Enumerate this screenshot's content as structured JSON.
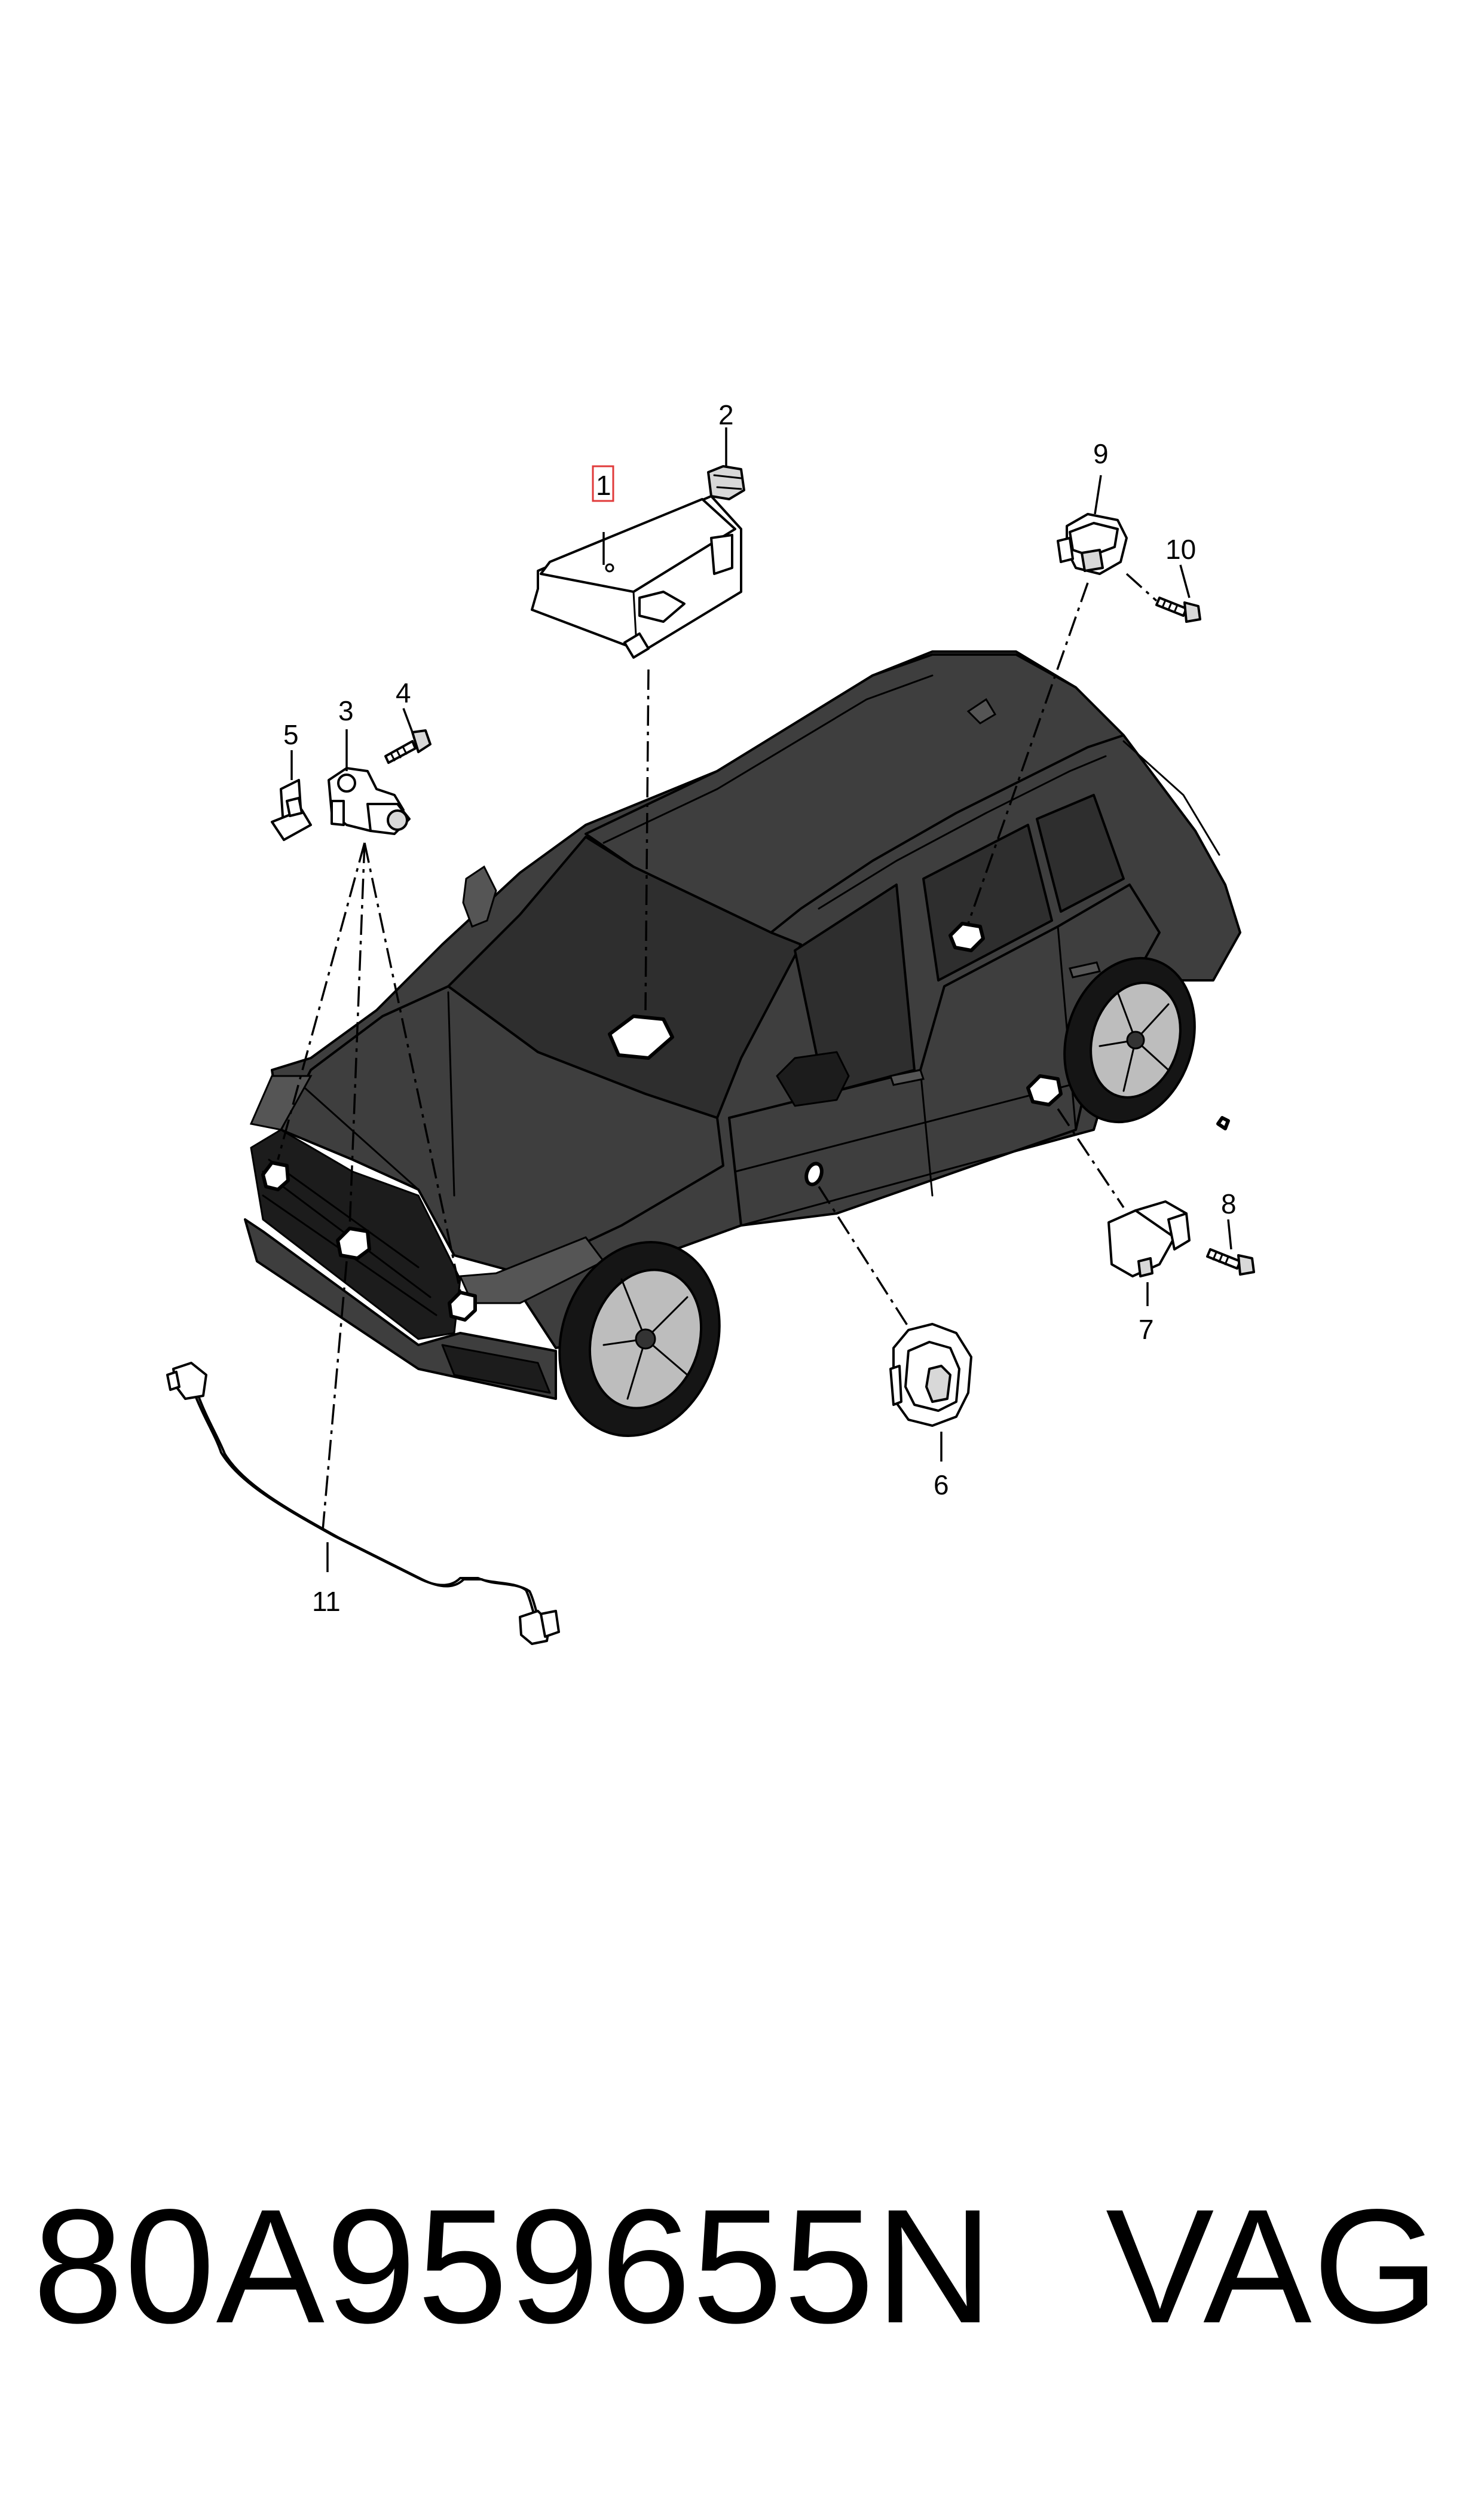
{
  "callouts": {
    "c1": "1",
    "c2": "2",
    "c3": "3",
    "c4": "4",
    "c5": "5",
    "c6": "6",
    "c7": "7",
    "c8": "8",
    "c9": "9",
    "c10": "10",
    "c11": "11"
  },
  "footer": {
    "part_number": "80A959655N",
    "brand": "VAG"
  },
  "colors": {
    "line": "#000000",
    "car_body": "#3e3e3e",
    "highlight_box": "#e03a3a",
    "background": "#ffffff"
  }
}
